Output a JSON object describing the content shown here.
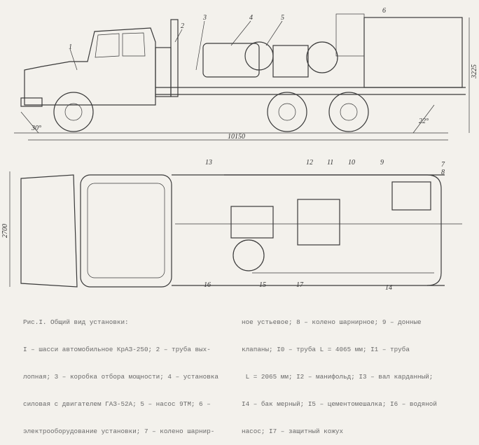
{
  "side_view": {
    "labels": [
      "1",
      "2",
      "3",
      "4",
      "5",
      "6"
    ],
    "angle_front": "30°",
    "angle_rear": "22°",
    "length_dim": "10150",
    "height_dim": "3225"
  },
  "top_view": {
    "labels_top": [
      "13",
      "12",
      "11",
      "10",
      "9",
      "7",
      "8"
    ],
    "labels_bottom": [
      "16",
      "15",
      "17",
      "14"
    ],
    "width_dim": "2700"
  },
  "caption": {
    "left_lines": [
      "Рис.I. Общий вид установки:",
      "I – шасси автомобильное КрАЗ-250; 2 – труба вых-",
      "лопная; 3 – коробка отбора мощности; 4 – установка",
      "силовая с двигателем ГАЗ-52А; 5 – насос 9ТМ; 6 –",
      "электрооборудование установки; 7 – колено шарнир-"
    ],
    "right_lines": [
      "ное устьевое; 8 – колено шарнирное; 9 – донные",
      "клапаны; I0 – труба L = 4065 мм; I1 – труба",
      " L = 2065 мм; I2 – манифольд; I3 – вал карданный;",
      "I4 – бак мерный; I5 – цементомешалка; I6 – водяной",
      "насос; I7 – защитный кожух"
    ]
  }
}
